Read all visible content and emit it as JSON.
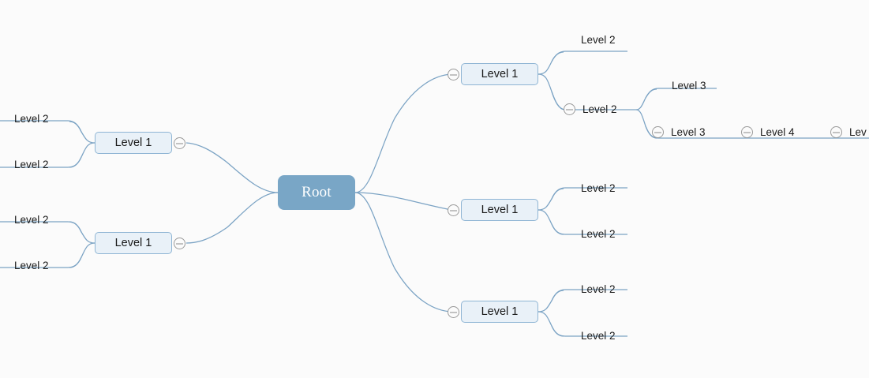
{
  "diagram": {
    "type": "mind-map",
    "background_color": "#fbfbfb",
    "root_fill": "#79a6c6",
    "node_fill": "#e9f1f8",
    "node_border": "#8fb5d4",
    "connector_color": "#7ba3c4",
    "toggle_icon": "collapse-minus-icon"
  },
  "root": {
    "label": "Root"
  },
  "left_branches": [
    {
      "label": "Level 1",
      "children": [
        {
          "label": "Level 2"
        },
        {
          "label": "Level 2"
        }
      ]
    },
    {
      "label": "Level 1",
      "children": [
        {
          "label": "Level 2"
        },
        {
          "label": "Level 2"
        }
      ]
    }
  ],
  "right_branches": [
    {
      "label": "Level 1",
      "children": [
        {
          "label": "Level 2"
        },
        {
          "label": "Level 2",
          "children": [
            {
              "label": "Level 3"
            },
            {
              "label": "Level 3",
              "children": [
                {
                  "label": "Level 4",
                  "children": [
                    {
                      "label": "Lev"
                    }
                  ]
                }
              ]
            }
          ]
        }
      ]
    },
    {
      "label": "Level 1",
      "children": [
        {
          "label": "Level 2"
        },
        {
          "label": "Level 2"
        }
      ]
    },
    {
      "label": "Level 1",
      "children": [
        {
          "label": "Level 2"
        },
        {
          "label": "Level 2"
        }
      ]
    }
  ]
}
